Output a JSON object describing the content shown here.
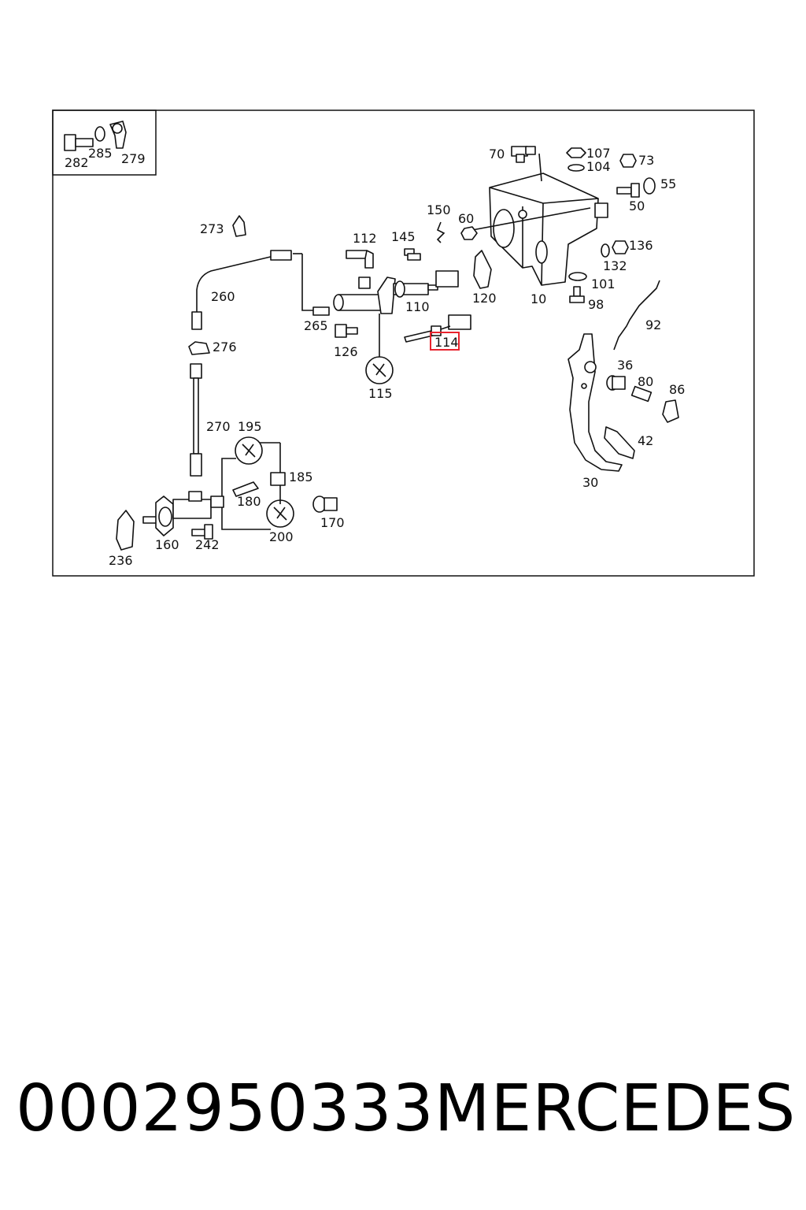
{
  "highlight": {
    "label": "114",
    "color": "#e8232d"
  },
  "labels": {
    "l282": "282",
    "l285": "285",
    "l279": "279",
    "l70": "70",
    "l107": "107",
    "l104": "104",
    "l73": "73",
    "l55": "55",
    "l50": "50",
    "l150": "150",
    "l60": "60",
    "l273": "273",
    "l112": "112",
    "l145": "145",
    "l136": "136",
    "l132": "132",
    "l120": "120",
    "l101": "101",
    "l260": "260",
    "l110": "110",
    "l10": "10",
    "l98": "98",
    "l265": "265",
    "l114": "114",
    "l92": "92",
    "l276": "276",
    "l126": "126",
    "l36": "36",
    "l80": "80",
    "l86": "86",
    "l115": "115",
    "l270": "270",
    "l195": "195",
    "l185": "185",
    "l42": "42",
    "l180": "180",
    "l30": "30",
    "l170": "170",
    "l200": "200",
    "l160": "160",
    "l242": "242",
    "l236": "236"
  },
  "footer": {
    "part_number": "0002950333",
    "brand": "MERCEDES"
  }
}
